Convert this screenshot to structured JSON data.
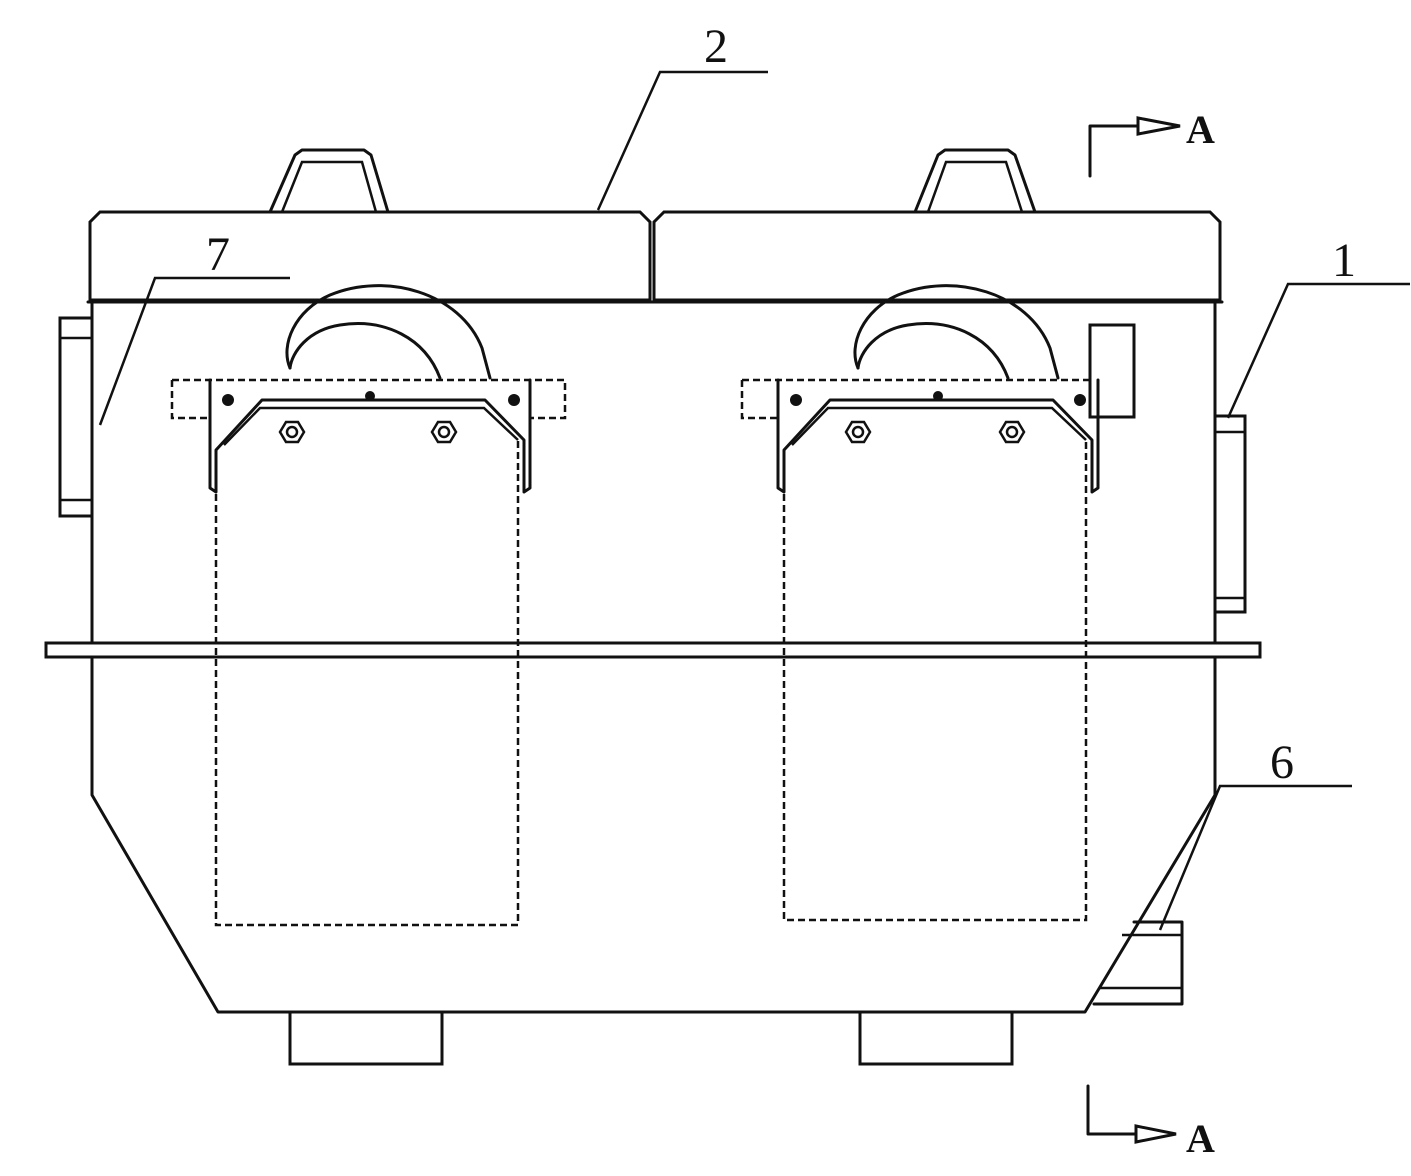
{
  "labels": {
    "part_1": "1",
    "part_2": "2",
    "part_6": "6",
    "part_7": "7"
  },
  "section": {
    "top_marker": "A",
    "bottom_marker": "A"
  }
}
